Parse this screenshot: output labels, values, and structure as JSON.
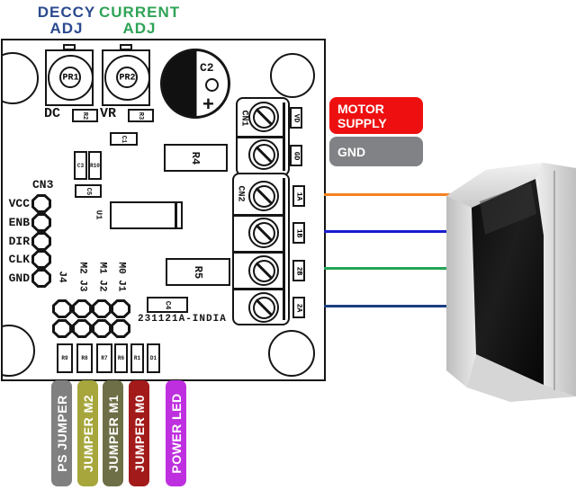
{
  "header": {
    "deccy": {
      "title": "DECCY",
      "sub": "ADJ",
      "color": "#2B4A8E"
    },
    "current": {
      "title": "CURRENT",
      "sub": "ADJ",
      "color": "#2FA356"
    }
  },
  "board": {
    "id_text": "231121A-INDIA",
    "trimmer1": {
      "name": "PR1",
      "silk": "DC",
      "part": "R2"
    },
    "trimmer2": {
      "name": "PR2",
      "silk": "VR",
      "part": "R3"
    },
    "cap": {
      "name": "C2",
      "polarity": "+"
    },
    "parts": {
      "c1": "C1",
      "c3": "C3",
      "r10": "R10",
      "c5": "C5",
      "u1": "U1",
      "r4": "R4",
      "r5": "R5",
      "c4": "C4"
    },
    "cn3": {
      "name": "CN3",
      "pins": [
        "VCC",
        "ENB",
        "DIR",
        "CLK",
        "GND"
      ]
    },
    "cn1": {
      "name": "CN1",
      "pins": [
        "VD",
        "GD"
      ]
    },
    "cn2": {
      "name": "CN2",
      "pins": [
        "1A",
        "1B",
        "2B",
        "2A"
      ]
    },
    "jumpers": [
      "J4",
      "M2 J3",
      "M1 J2",
      "M0 J1"
    ],
    "bottom_parts": [
      "R9",
      "R8",
      "R7",
      "R6",
      "R1",
      "D1"
    ]
  },
  "callouts": {
    "motor_supply": {
      "line1": "MOTOR",
      "line2": "SUPPLY",
      "bg": "#EE1010",
      "fg": "#FFFFFF"
    },
    "gnd": {
      "label": "GND",
      "bg": "#808285",
      "fg": "#FFFFFF"
    }
  },
  "wires": [
    {
      "terminal": "1A",
      "color": "#F5821F"
    },
    {
      "terminal": "1B",
      "color": "#1B1BD0"
    },
    {
      "terminal": "2B",
      "color": "#23A455"
    },
    {
      "terminal": "2A",
      "color": "#1C3F80"
    }
  ],
  "bottom_callouts": [
    {
      "label": "PS JUMPER",
      "bg": "#808080"
    },
    {
      "label": "JUMPER M2",
      "bg": "#A6A63C"
    },
    {
      "label": "JUMPER M1",
      "bg": "#6F6F47"
    },
    {
      "label": "JUMPER M0",
      "bg": "#A31A1A"
    },
    {
      "label": "POWER LED",
      "bg": "#BE30DF"
    }
  ]
}
